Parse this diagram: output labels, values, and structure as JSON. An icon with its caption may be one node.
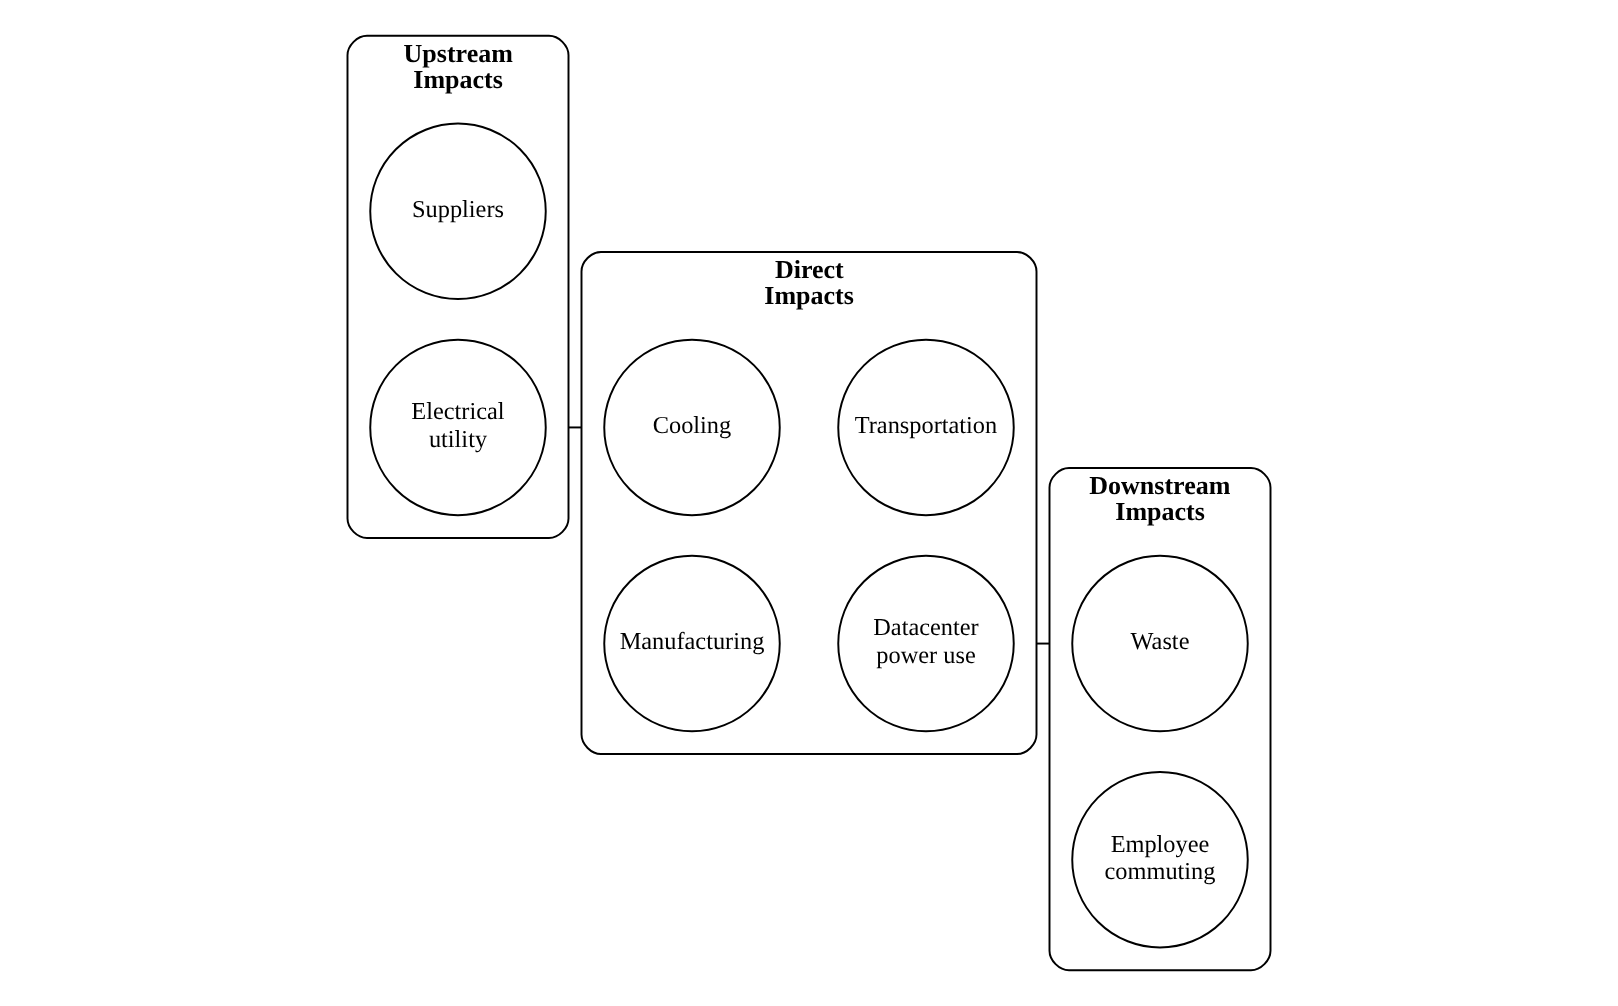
{
  "diagram": {
    "nodes": [
      {
        "text": [
          "Upstream Impacts"
        ]
      },
      {
        "text": [
          "Suppliers"
        ],
        "in": 0
      },
      {
        "text": [
          "Electrical utility"
        ],
        "in": 0
      },
      {
        "text": [
          "Direct Impacts"
        ]
      },
      {
        "text": [
          "Cooling"
        ],
        "in": 3
      },
      {
        "text": [
          "Transportation"
        ],
        "in": 3
      },
      {
        "text": [
          "Manufacturing"
        ],
        "in": 3
      },
      {
        "text": [
          "Datacenter power use"
        ],
        "in": 3
      },
      {
        "text": [
          "Downstream Impacts"
        ]
      },
      {
        "text": [
          "Waste"
        ],
        "in": 8
      },
      {
        "text": [
          "Employee commuting"
        ],
        "in": 8
      }
    ],
    "edges": [
      {
        "from": 0,
        "to": 3,
        "arrow": "none"
      },
      {
        "from": 3,
        "to": 8,
        "arrow": "none"
      }
    ]
  }
}
